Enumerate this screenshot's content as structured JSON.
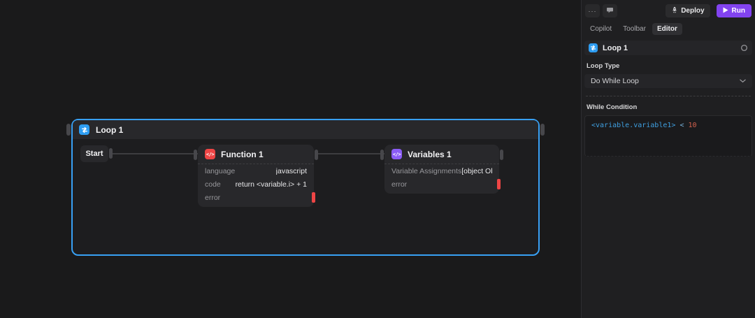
{
  "topbar": {
    "deploy_label": "Deploy",
    "run_label": "Run"
  },
  "icons": {
    "ellipsis": "···"
  },
  "tabs": {
    "copilot": "Copilot",
    "toolbar": "Toolbar",
    "editor": "Editor"
  },
  "inspector": {
    "node_title": "Loop 1",
    "loop_type_label": "Loop Type",
    "loop_type_value": "Do While Loop",
    "while_condition_label": "While Condition",
    "condition": {
      "variable_token": "<variable.variable1>",
      "operator_token": "<",
      "value_token": "10"
    }
  },
  "canvas": {
    "loop_group_title": "Loop 1",
    "start_label": "Start",
    "function_node": {
      "title": "Function 1",
      "rows": [
        {
          "label": "language",
          "value": "javascript"
        },
        {
          "label": "code",
          "value": "return <variable.i> + 1"
        },
        {
          "label": "error",
          "value": ""
        }
      ]
    },
    "variables_node": {
      "title": "Variables 1",
      "rows": [
        {
          "label": "Variable Assignments",
          "value": "[object Obje…"
        },
        {
          "label": "error",
          "value": ""
        }
      ]
    }
  },
  "colors": {
    "selection_blue": "#38a0f4",
    "loop_icon_blue": "#2e9df2",
    "function_icon_red": "#ee4545",
    "variables_icon_purple": "#8b5cf6",
    "error_red": "#ee4545",
    "run_purple": "#8243f0",
    "code_variable_blue": "#3f9fe0",
    "code_number_orange": "#d4614d"
  }
}
